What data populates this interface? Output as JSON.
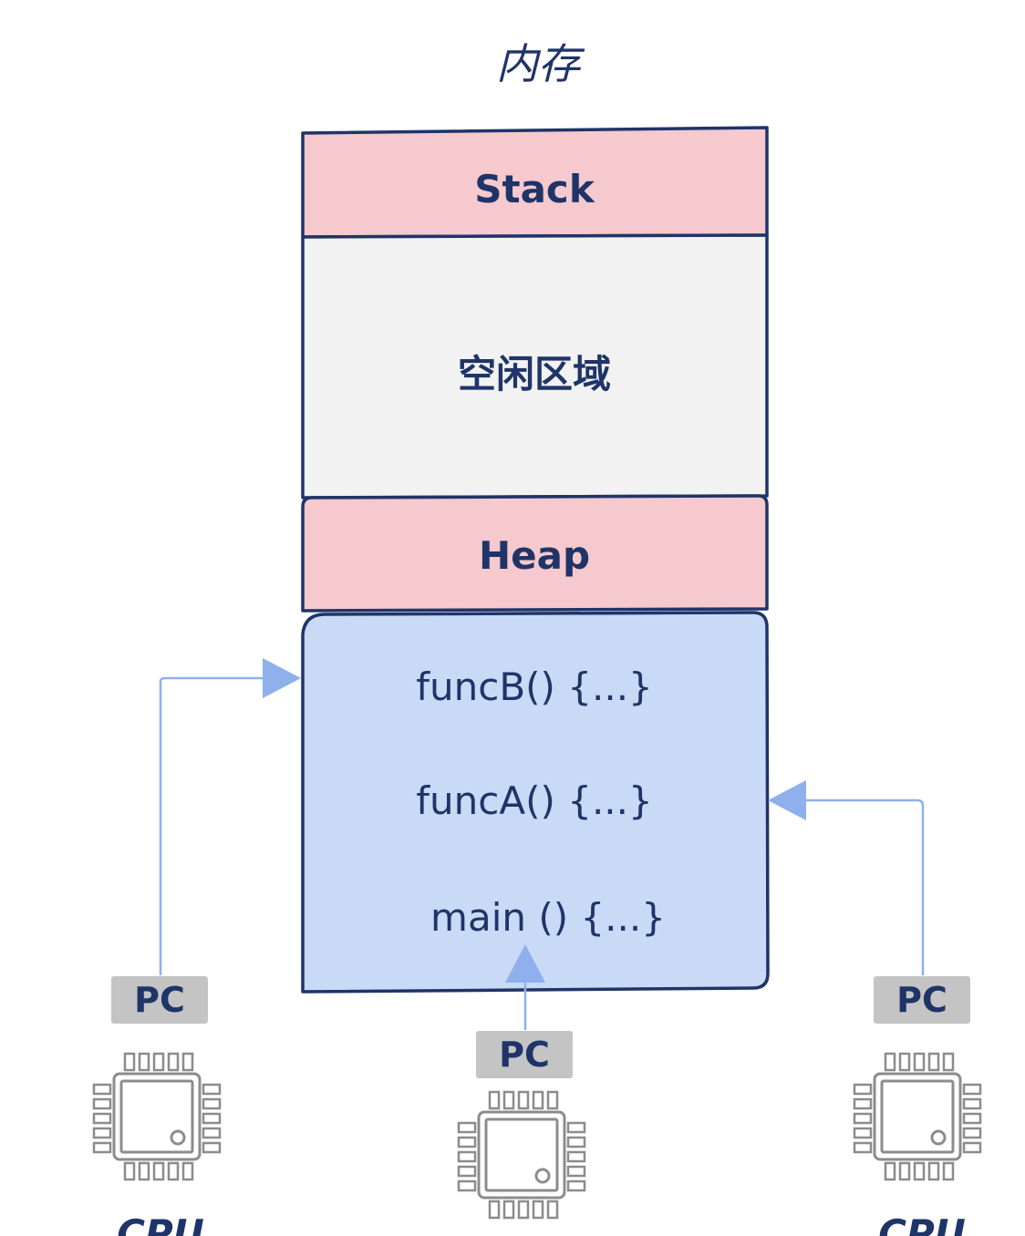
{
  "diagram": {
    "title": "内存",
    "memory": {
      "stack_label": "Stack",
      "free_label": "空闲区域",
      "heap_label": "Heap",
      "code_lines": [
        "funcB() {...}",
        "funcA() {...}",
        "main () {...}"
      ]
    },
    "processors": [
      {
        "pc_label": "PC",
        "cpu_label": "CPU",
        "points_to": "funcB() {...}"
      },
      {
        "pc_label": "PC",
        "cpu_label": "",
        "points_to": "main () {...}"
      },
      {
        "pc_label": "PC",
        "cpu_label": "CPU",
        "points_to": "funcA() {...}"
      }
    ],
    "colors": {
      "segment_pink": "#f5c9cd",
      "free_gray": "#f2f2f2",
      "code_blue": "#c9daf6",
      "outline": "#1f3468",
      "text": "#1f3468",
      "pc_badge": "#c4c4c4",
      "arrow": "#8fb0ec",
      "chip": "#8c8c8c"
    }
  }
}
